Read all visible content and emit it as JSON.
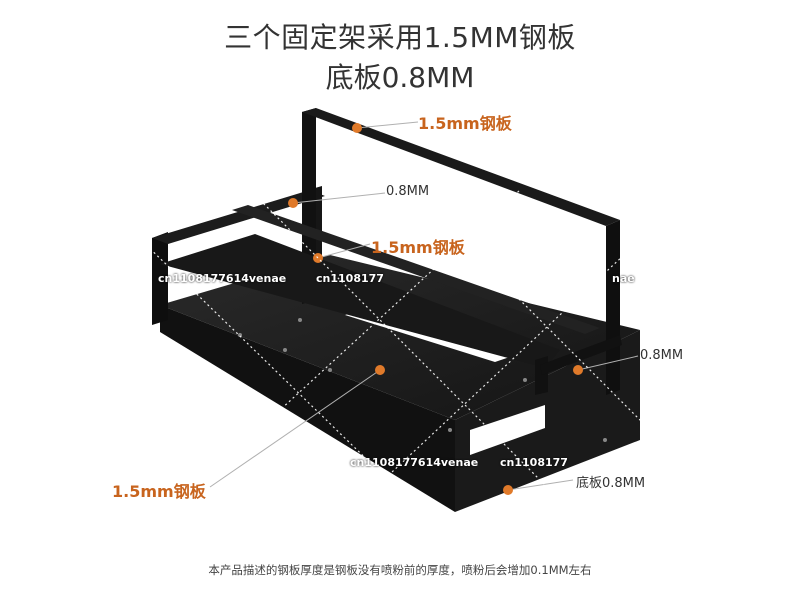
{
  "title": {
    "line1": "三个固定架采用1.5MM钢板",
    "line2": "底板0.8MM"
  },
  "labels": {
    "top_frame": "1.5mm钢板",
    "upper_bar": "0.8MM",
    "middle_rail": "1.5mm钢板",
    "side_bar": "0.8MM",
    "front_panel": "1.5mm钢板",
    "base_plate": "底板0.8MM"
  },
  "footnote": "本产品描述的钢板厚度是钢板没有喷粉前的厚度，喷粉后会增加0.1MM左右",
  "watermarks": {
    "w1": "cn1108177614venae",
    "w2": "cn1108177",
    "w3": "nae",
    "w4": "cn1108177614venae",
    "w5": "cn1108177"
  },
  "colors": {
    "accent": "#c8641e",
    "frame": "#1b1b1b"
  }
}
